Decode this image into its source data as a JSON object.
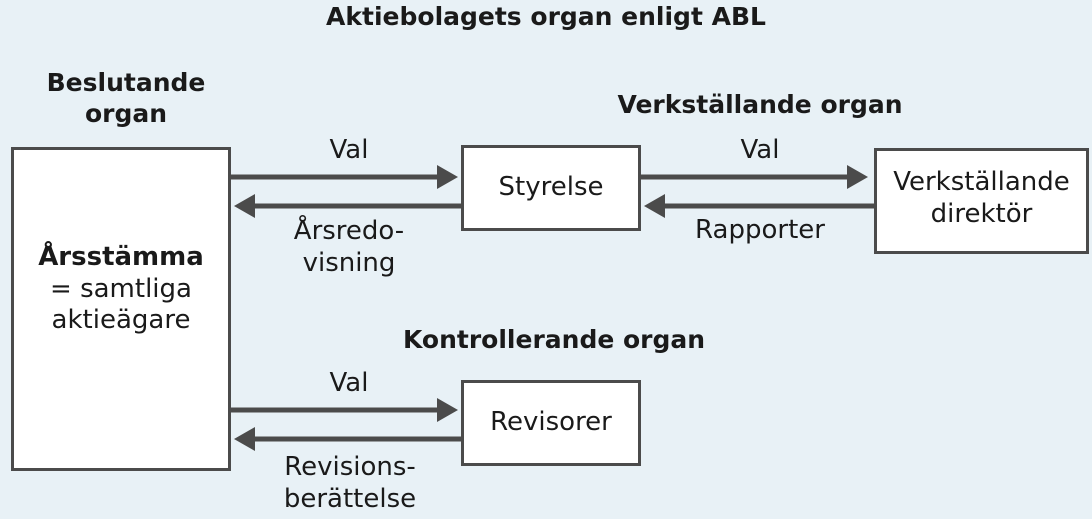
{
  "title": "Aktiebolagets organ enligt ABL",
  "groups": {
    "decision": [
      "Beslutande",
      "organ"
    ],
    "executive": "Verkställande organ",
    "control": "Kontrollerande organ"
  },
  "nodes": {
    "arsstamma": {
      "line1": "Årsstämma",
      "line2": "= samtliga",
      "line3": "aktieägare"
    },
    "styrelse": "Styrelse",
    "vd": [
      "Verkställande",
      "direktör"
    ],
    "revisorer": "Revisorer"
  },
  "edges": {
    "stamma_to_styrelse": "Val",
    "styrelse_to_stamma": [
      "Årsredo-",
      "visning"
    ],
    "styrelse_to_vd": "Val",
    "vd_to_styrelse": "Rapporter",
    "stamma_to_revisorer": "Val",
    "revisorer_to_stamma": [
      "Revisions-",
      "berättelse"
    ]
  },
  "colors": {
    "background": "#e8f1f6",
    "box_fill": "#ffffff",
    "stroke": "#4b4b4b",
    "text": "#1a1a1a"
  }
}
